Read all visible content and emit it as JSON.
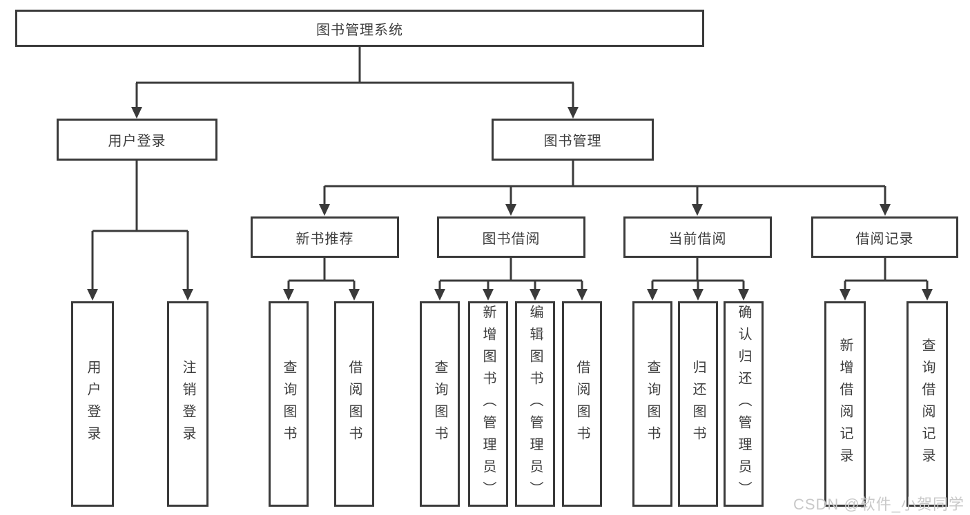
{
  "diagram": {
    "type": "hierarchy",
    "tree": {
      "label": "图书管理系统",
      "children": [
        {
          "label": "用户登录",
          "children": [
            {
              "label": "用户登录"
            },
            {
              "label": "注销登录"
            }
          ]
        },
        {
          "label": "图书管理",
          "children": [
            {
              "label": "新书推荐",
              "children": [
                {
                  "label": "查询图书"
                },
                {
                  "label": "借阅图书"
                }
              ]
            },
            {
              "label": "图书借阅",
              "children": [
                {
                  "label": "查询图书"
                },
                {
                  "label": "新增图书（管理员）"
                },
                {
                  "label": "编辑图书（管理员）"
                },
                {
                  "label": "借阅图书"
                }
              ]
            },
            {
              "label": "当前借阅",
              "children": [
                {
                  "label": "查询图书"
                },
                {
                  "label": "归还图书"
                },
                {
                  "label": "确认归还（管理员）"
                }
              ]
            },
            {
              "label": "借阅记录",
              "children": [
                {
                  "label": "新增借阅记录"
                },
                {
                  "label": "查询借阅记录"
                }
              ]
            }
          ]
        }
      ]
    },
    "colors": {
      "line": "#3a3a3a",
      "text": "#3d3d3d",
      "background": "#ffffff",
      "watermark": "#c9c9c9"
    }
  },
  "watermark": "CSDN @软件_小贺同学"
}
